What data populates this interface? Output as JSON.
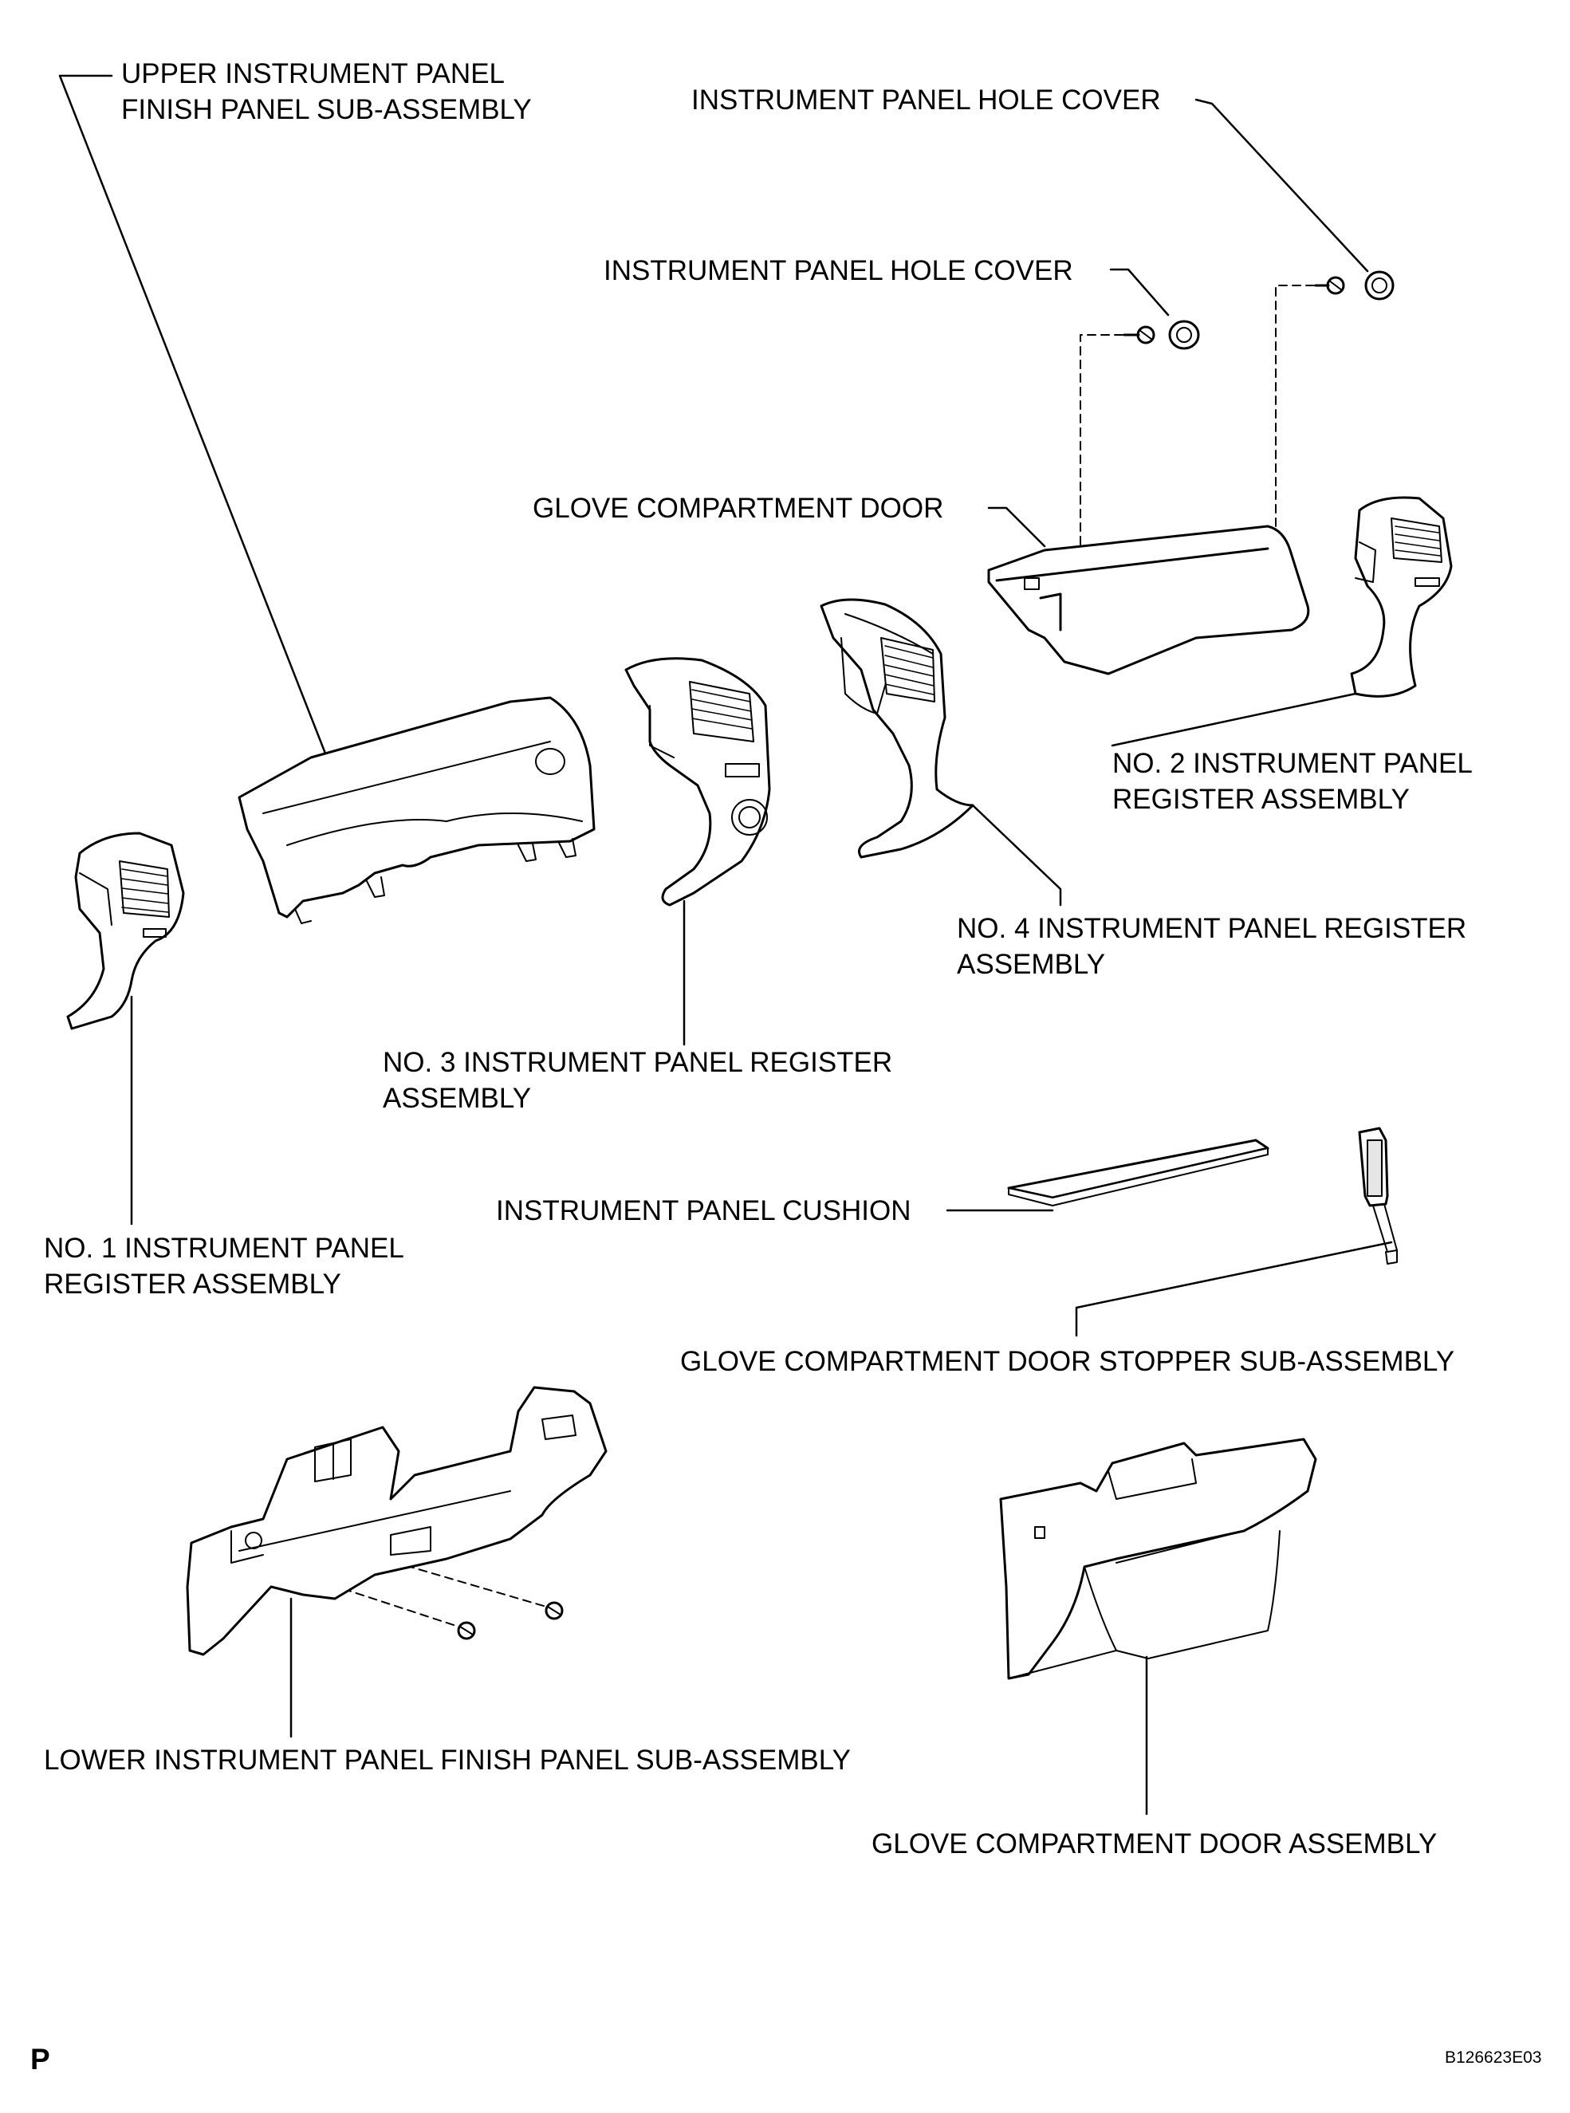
{
  "labels": {
    "upper_panel": [
      "UPPER INSTRUMENT PANEL",
      "FINISH PANEL SUB-ASSEMBLY"
    ],
    "hole_cover_top": "INSTRUMENT PANEL HOLE COVER",
    "hole_cover_mid": "INSTRUMENT PANEL HOLE COVER",
    "glove_door": "GLOVE COMPARTMENT DOOR",
    "no2_register": [
      "NO. 2 INSTRUMENT PANEL",
      "REGISTER ASSEMBLY"
    ],
    "no4_register": [
      "NO. 4 INSTRUMENT PANEL REGISTER",
      "ASSEMBLY"
    ],
    "no3_register": [
      "NO. 3 INSTRUMENT PANEL REGISTER",
      "ASSEMBLY"
    ],
    "no1_register": [
      "NO. 1 INSTRUMENT PANEL",
      "REGISTER ASSEMBLY"
    ],
    "cushion": "INSTRUMENT PANEL CUSHION",
    "stopper": "GLOVE COMPARTMENT DOOR STOPPER SUB-ASSEMBLY",
    "lower_panel": "LOWER INSTRUMENT PANEL FINISH PANEL SUB-ASSEMBLY",
    "glove_door_assy": "GLOVE COMPARTMENT DOOR ASSEMBLY",
    "corner_letter": "P",
    "figure_code": "B126623E03"
  },
  "colors": {
    "line": "#000000",
    "fill": "#ffffff",
    "shade": "#e6e6e6"
  }
}
